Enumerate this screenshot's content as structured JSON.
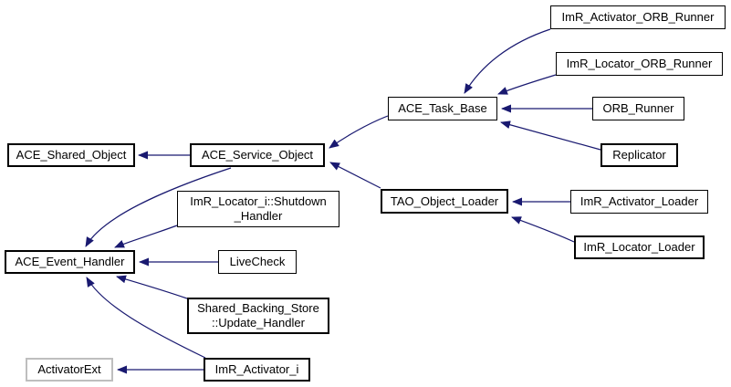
{
  "diagram": {
    "type": "inheritance-graph",
    "background_color": "#ffffff",
    "edge_color": "#191970",
    "node_border_color": "#000000",
    "external_node_border_color": "#bebebe",
    "nodes": [
      {
        "id": "ACE_Shared_Object",
        "label": "ACE_Shared_Object"
      },
      {
        "id": "ACE_Service_Object",
        "label": "ACE_Service_Object"
      },
      {
        "id": "ACE_Task_Base",
        "label": "ACE_Task_Base"
      },
      {
        "id": "ImR_Activator_ORB_Runner",
        "label": "ImR_Activator_ORB_Runner"
      },
      {
        "id": "ImR_Locator_ORB_Runner",
        "label": "ImR_Locator_ORB_Runner"
      },
      {
        "id": "ORB_Runner",
        "label": "ORB_Runner"
      },
      {
        "id": "Replicator",
        "label": "Replicator"
      },
      {
        "id": "TAO_Object_Loader",
        "label": "TAO_Object_Loader"
      },
      {
        "id": "ImR_Activator_Loader",
        "label": "ImR_Activator_Loader"
      },
      {
        "id": "ImR_Locator_Loader",
        "label": "ImR_Locator_Loader"
      },
      {
        "id": "ImR_Locator_i_Shutdown_Handler",
        "label": "ImR_Locator_i::Shutdown\n_Handler"
      },
      {
        "id": "ACE_Event_Handler",
        "label": "ACE_Event_Handler"
      },
      {
        "id": "LiveCheck",
        "label": "LiveCheck"
      },
      {
        "id": "Shared_Backing_Store_Update_Handler",
        "label": "Shared_Backing_Store\n::Update_Handler"
      },
      {
        "id": "ActivatorExt",
        "label": "ActivatorExt"
      },
      {
        "id": "ImR_Activator_i",
        "label": "ImR_Activator_i"
      }
    ],
    "edges": [
      {
        "from": "ACE_Service_Object",
        "to": "ACE_Shared_Object"
      },
      {
        "from": "ACE_Task_Base",
        "to": "ACE_Service_Object"
      },
      {
        "from": "TAO_Object_Loader",
        "to": "ACE_Service_Object"
      },
      {
        "from": "ImR_Activator_ORB_Runner",
        "to": "ACE_Task_Base"
      },
      {
        "from": "ImR_Locator_ORB_Runner",
        "to": "ACE_Task_Base"
      },
      {
        "from": "ORB_Runner",
        "to": "ACE_Task_Base"
      },
      {
        "from": "Replicator",
        "to": "ACE_Task_Base"
      },
      {
        "from": "ImR_Activator_Loader",
        "to": "TAO_Object_Loader"
      },
      {
        "from": "ImR_Locator_Loader",
        "to": "TAO_Object_Loader"
      },
      {
        "from": "ACE_Service_Object",
        "to": "ACE_Event_Handler"
      },
      {
        "from": "ImR_Locator_i_Shutdown_Handler",
        "to": "ACE_Event_Handler"
      },
      {
        "from": "LiveCheck",
        "to": "ACE_Event_Handler"
      },
      {
        "from": "Shared_Backing_Store_Update_Handler",
        "to": "ACE_Event_Handler"
      },
      {
        "from": "ImR_Activator_i",
        "to": "ACE_Event_Handler"
      },
      {
        "from": "ImR_Activator_i",
        "to": "ActivatorExt"
      }
    ]
  }
}
